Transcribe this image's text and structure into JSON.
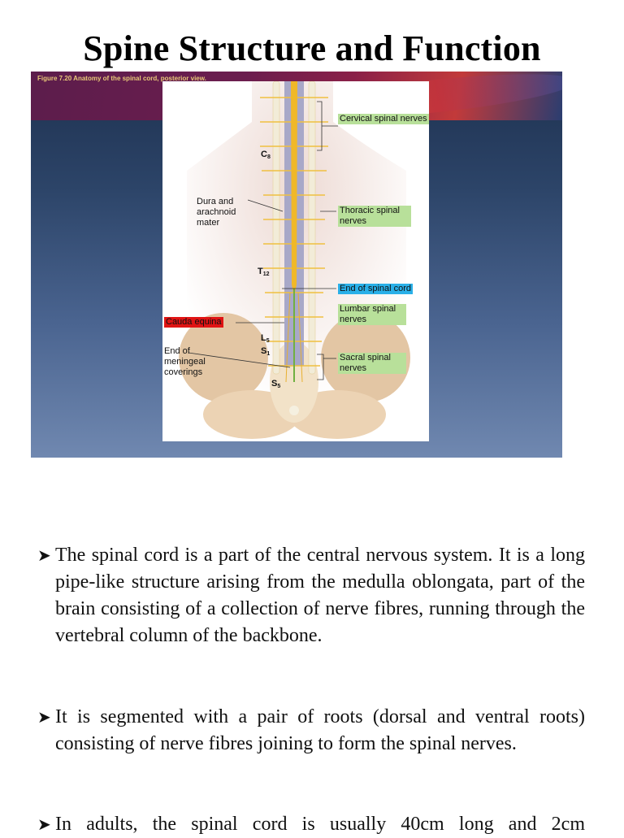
{
  "title": "Spine Structure and Function",
  "figure": {
    "caption": "Figure 7.20 Anatomy of the spinal cord, posterior view.",
    "labels": {
      "cervical": "Cervical spinal nerves",
      "c8": "C",
      "c8_sub": "8",
      "dura": "Dura and arachnoid mater",
      "thoracic": "Thoracic spinal nerves",
      "t12": "T",
      "t12_sub": "12",
      "end_cord": "End of spinal cord",
      "lumbar": "Lumbar spinal nerves",
      "cauda": "Cauda equina",
      "l5": "L",
      "l5_sub": "5",
      "s1": "S",
      "s1_sub": "1",
      "meningeal": "End of meningeal coverings",
      "sacral": "Sacral spinal nerves",
      "s5": "S",
      "s5_sub": "5"
    },
    "label_colors": {
      "green": "#b8e09a",
      "blue": "#2ab0e8",
      "red": "#e01414"
    }
  },
  "bullets": [
    "The spinal cord is a part of the central nervous system. It is a long pipe-like structure arising from the medulla oblongata, part of the brain consisting of a collection of nerve fibres, running through the vertebral column of the backbone.",
    "It is segmented with a pair of roots (dorsal and ventral roots) consisting of nerve fibres joining to form the spinal nerves.",
    "In adults, the spinal cord is usually 40cm long and 2cm"
  ],
  "bullet_icon": "arrowhead-bullet-icon"
}
